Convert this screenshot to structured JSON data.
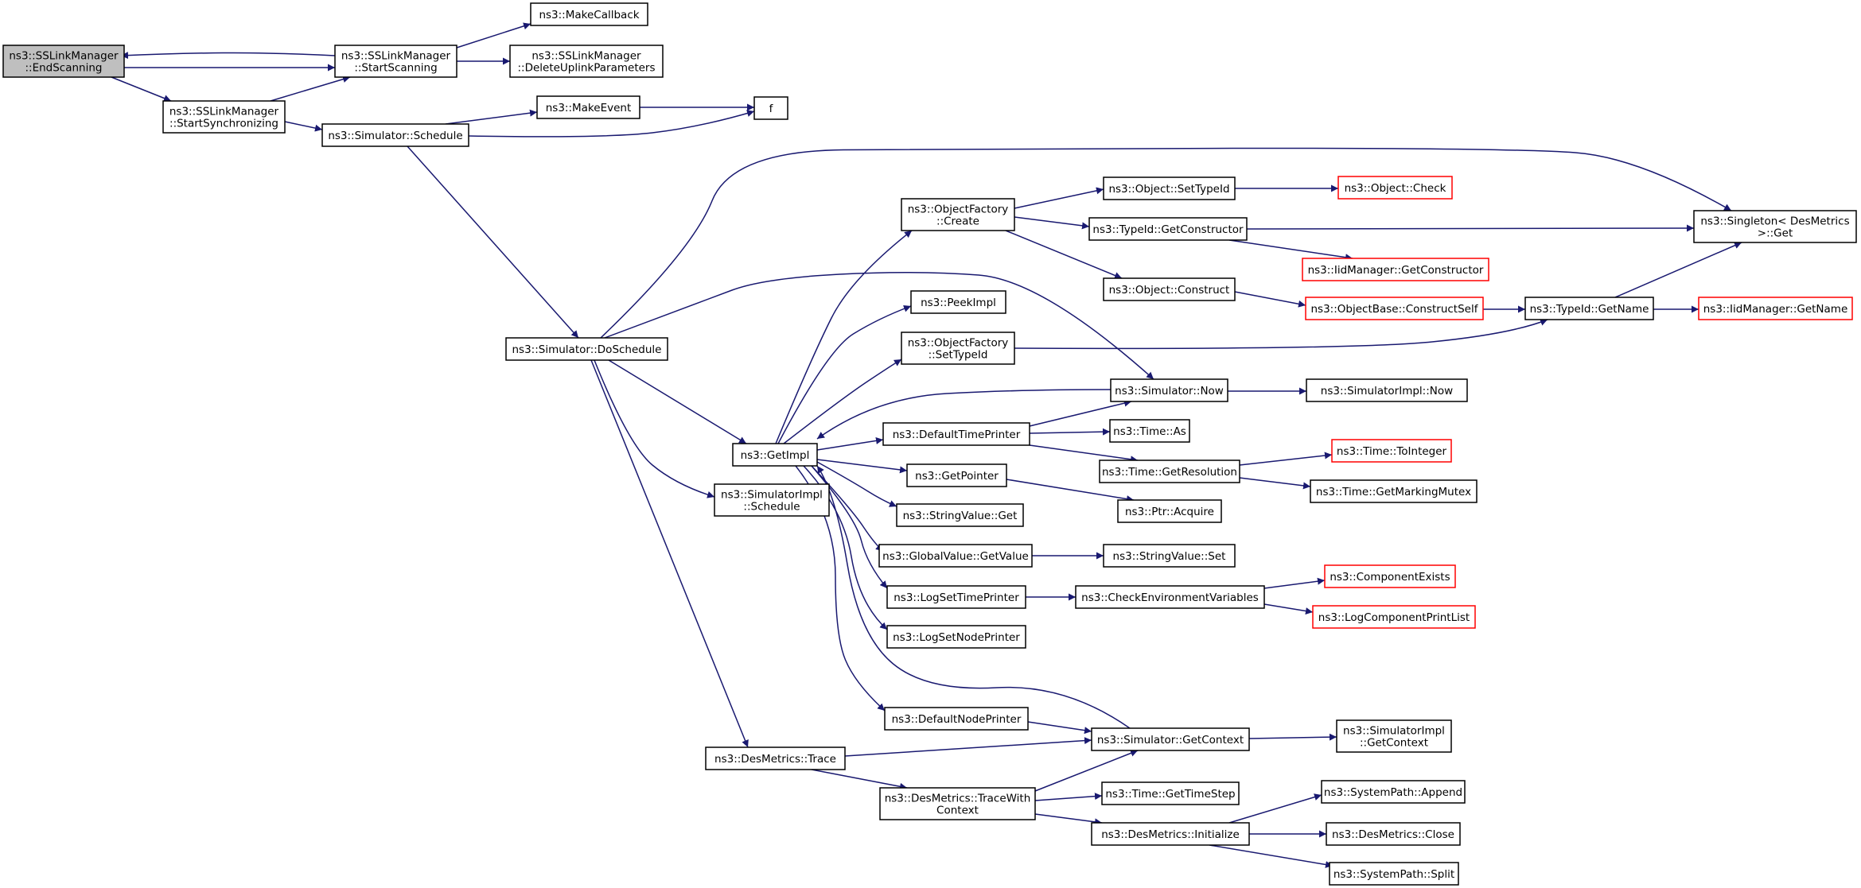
{
  "colors": {
    "edge": "#191970",
    "current_fill": "#bfbfbf",
    "truncated_border": "#ff0000"
  },
  "nodes": [
    {
      "id": "endscanning",
      "lines": [
        "ns3::SSLinkManager",
        "::EndScanning"
      ],
      "current": true
    },
    {
      "id": "startscanning",
      "lines": [
        "ns3::SSLinkManager",
        "::StartScanning"
      ]
    },
    {
      "id": "makecallback",
      "lines": [
        "ns3::MakeCallback"
      ]
    },
    {
      "id": "deleteuplink",
      "lines": [
        "ns3::SSLinkManager",
        "::DeleteUplinkParameters"
      ]
    },
    {
      "id": "startsync",
      "lines": [
        "ns3::SSLinkManager",
        "::StartSynchronizing"
      ]
    },
    {
      "id": "schedule",
      "lines": [
        "ns3::Simulator::Schedule"
      ]
    },
    {
      "id": "makeevent",
      "lines": [
        "ns3::MakeEvent"
      ]
    },
    {
      "id": "f",
      "lines": [
        "f"
      ]
    },
    {
      "id": "singleton",
      "lines": [
        "ns3::Singleton< DesMetrics",
        " >::Get"
      ]
    },
    {
      "id": "ofcreate",
      "lines": [
        "ns3::ObjectFactory",
        "::Create"
      ]
    },
    {
      "id": "settypeid",
      "lines": [
        "ns3::Object::SetTypeId"
      ]
    },
    {
      "id": "objcheck",
      "lines": [
        "ns3::Object::Check"
      ],
      "truncated": true
    },
    {
      "id": "getconstructor",
      "lines": [
        "ns3::TypeId::GetConstructor"
      ]
    },
    {
      "id": "iidgetconstructor",
      "lines": [
        "ns3::IidManager::GetConstructor"
      ],
      "truncated": true
    },
    {
      "id": "objconstruct",
      "lines": [
        "ns3::Object::Construct"
      ]
    },
    {
      "id": "constructself",
      "lines": [
        "ns3::ObjectBase::ConstructSelf"
      ],
      "truncated": true
    },
    {
      "id": "getname",
      "lines": [
        "ns3::TypeId::GetName"
      ]
    },
    {
      "id": "iidgetname",
      "lines": [
        "ns3::IidManager::GetName"
      ],
      "truncated": true
    },
    {
      "id": "doschedule",
      "lines": [
        "ns3::Simulator::DoSchedule"
      ]
    },
    {
      "id": "peekimpl",
      "lines": [
        "ns3::PeekImpl"
      ]
    },
    {
      "id": "ofsettypeid",
      "lines": [
        "ns3::ObjectFactory",
        "::SetTypeId"
      ]
    },
    {
      "id": "simnow",
      "lines": [
        "ns3::Simulator::Now"
      ]
    },
    {
      "id": "simimplnow",
      "lines": [
        "ns3::SimulatorImpl::Now"
      ]
    },
    {
      "id": "getimpl",
      "lines": [
        "ns3::GetImpl"
      ]
    },
    {
      "id": "deftimeprinter",
      "lines": [
        "ns3::DefaultTimePrinter"
      ]
    },
    {
      "id": "timeas",
      "lines": [
        "ns3::Time::As"
      ]
    },
    {
      "id": "getresolution",
      "lines": [
        "ns3::Time::GetResolution"
      ]
    },
    {
      "id": "tointeger",
      "lines": [
        "ns3::Time::ToInteger"
      ],
      "truncated": true
    },
    {
      "id": "markingmutex",
      "lines": [
        "ns3::Time::GetMarkingMutex"
      ]
    },
    {
      "id": "getpointer",
      "lines": [
        "ns3::GetPointer"
      ]
    },
    {
      "id": "ptracquire",
      "lines": [
        "ns3::Ptr::Acquire"
      ]
    },
    {
      "id": "simimplschedule",
      "lines": [
        "ns3::SimulatorImpl",
        "::Schedule"
      ]
    },
    {
      "id": "stringvalueget",
      "lines": [
        "ns3::StringValue::Get"
      ]
    },
    {
      "id": "gvgetvalue",
      "lines": [
        "ns3::GlobalValue::GetValue"
      ]
    },
    {
      "id": "stringvalueset",
      "lines": [
        "ns3::StringValue::Set"
      ]
    },
    {
      "id": "logsettime",
      "lines": [
        "ns3::LogSetTimePrinter"
      ]
    },
    {
      "id": "checkenv",
      "lines": [
        "ns3::CheckEnvironmentVariables"
      ]
    },
    {
      "id": "compexists",
      "lines": [
        "ns3::ComponentExists"
      ],
      "truncated": true
    },
    {
      "id": "logcomplist",
      "lines": [
        "ns3::LogComponentPrintList"
      ],
      "truncated": true
    },
    {
      "id": "logsetnode",
      "lines": [
        "ns3::LogSetNodePrinter"
      ]
    },
    {
      "id": "defnodeprinter",
      "lines": [
        "ns3::DefaultNodePrinter"
      ]
    },
    {
      "id": "simgetcontext",
      "lines": [
        "ns3::Simulator::GetContext"
      ]
    },
    {
      "id": "simimplgetcontext",
      "lines": [
        "ns3::SimulatorImpl",
        "::GetContext"
      ]
    },
    {
      "id": "desmetricstrace",
      "lines": [
        "ns3::DesMetrics::Trace"
      ]
    },
    {
      "id": "tracewithcontext",
      "lines": [
        "ns3::DesMetrics::TraceWith",
        "Context"
      ]
    },
    {
      "id": "gettimestep",
      "lines": [
        "ns3::Time::GetTimeStep"
      ]
    },
    {
      "id": "desinit",
      "lines": [
        "ns3::DesMetrics::Initialize"
      ]
    },
    {
      "id": "sysappend",
      "lines": [
        "ns3::SystemPath::Append"
      ]
    },
    {
      "id": "desclose",
      "lines": [
        "ns3::DesMetrics::Close"
      ]
    },
    {
      "id": "syssplit",
      "lines": [
        "ns3::SystemPath::Split"
      ]
    }
  ],
  "edges": [
    [
      "endscanning",
      "startscanning"
    ],
    [
      "startscanning",
      "endscanning"
    ],
    [
      "endscanning",
      "startsync"
    ],
    [
      "startsync",
      "startscanning"
    ],
    [
      "startscanning",
      "makecallback"
    ],
    [
      "startscanning",
      "deleteuplink"
    ],
    [
      "startsync",
      "schedule"
    ],
    [
      "schedule",
      "makeevent"
    ],
    [
      "makeevent",
      "f"
    ],
    [
      "schedule",
      "f"
    ],
    [
      "schedule",
      "doschedule"
    ],
    [
      "doschedule",
      "singleton"
    ],
    [
      "doschedule",
      "simnow"
    ],
    [
      "doschedule",
      "getimpl"
    ],
    [
      "doschedule",
      "simimplschedule"
    ],
    [
      "doschedule",
      "desmetricstrace"
    ],
    [
      "getimpl",
      "ofcreate"
    ],
    [
      "getimpl",
      "peekimpl"
    ],
    [
      "getimpl",
      "ofsettypeid"
    ],
    [
      "getimpl",
      "deftimeprinter"
    ],
    [
      "getimpl",
      "getpointer"
    ],
    [
      "getimpl",
      "stringvalueget"
    ],
    [
      "getimpl",
      "gvgetvalue"
    ],
    [
      "getimpl",
      "logsettime"
    ],
    [
      "getimpl",
      "logsetnode"
    ],
    [
      "getimpl",
      "defnodeprinter"
    ],
    [
      "simnow",
      "getimpl"
    ],
    [
      "simgetcontext",
      "getimpl"
    ],
    [
      "ofcreate",
      "settypeid"
    ],
    [
      "ofcreate",
      "getconstructor"
    ],
    [
      "ofcreate",
      "objconstruct"
    ],
    [
      "settypeid",
      "objcheck"
    ],
    [
      "getconstructor",
      "singleton"
    ],
    [
      "getconstructor",
      "iidgetconstructor"
    ],
    [
      "objconstruct",
      "constructself"
    ],
    [
      "constructself",
      "getname"
    ],
    [
      "ofsettypeid",
      "getname"
    ],
    [
      "getname",
      "singleton"
    ],
    [
      "getname",
      "iidgetname"
    ],
    [
      "simnow",
      "simimplnow"
    ],
    [
      "deftimeprinter",
      "simnow"
    ],
    [
      "deftimeprinter",
      "timeas"
    ],
    [
      "deftimeprinter",
      "getresolution"
    ],
    [
      "getresolution",
      "tointeger"
    ],
    [
      "getresolution",
      "markingmutex"
    ],
    [
      "getpointer",
      "ptracquire"
    ],
    [
      "gvgetvalue",
      "stringvalueset"
    ],
    [
      "logsettime",
      "checkenv"
    ],
    [
      "checkenv",
      "compexists"
    ],
    [
      "checkenv",
      "logcomplist"
    ],
    [
      "defnodeprinter",
      "simgetcontext"
    ],
    [
      "simgetcontext",
      "simimplgetcontext"
    ],
    [
      "desmetricstrace",
      "simgetcontext"
    ],
    [
      "desmetricstrace",
      "tracewithcontext"
    ],
    [
      "tracewithcontext",
      "simgetcontext"
    ],
    [
      "tracewithcontext",
      "gettimestep"
    ],
    [
      "tracewithcontext",
      "desinit"
    ],
    [
      "desinit",
      "sysappend"
    ],
    [
      "desinit",
      "desclose"
    ],
    [
      "desinit",
      "syssplit"
    ]
  ]
}
